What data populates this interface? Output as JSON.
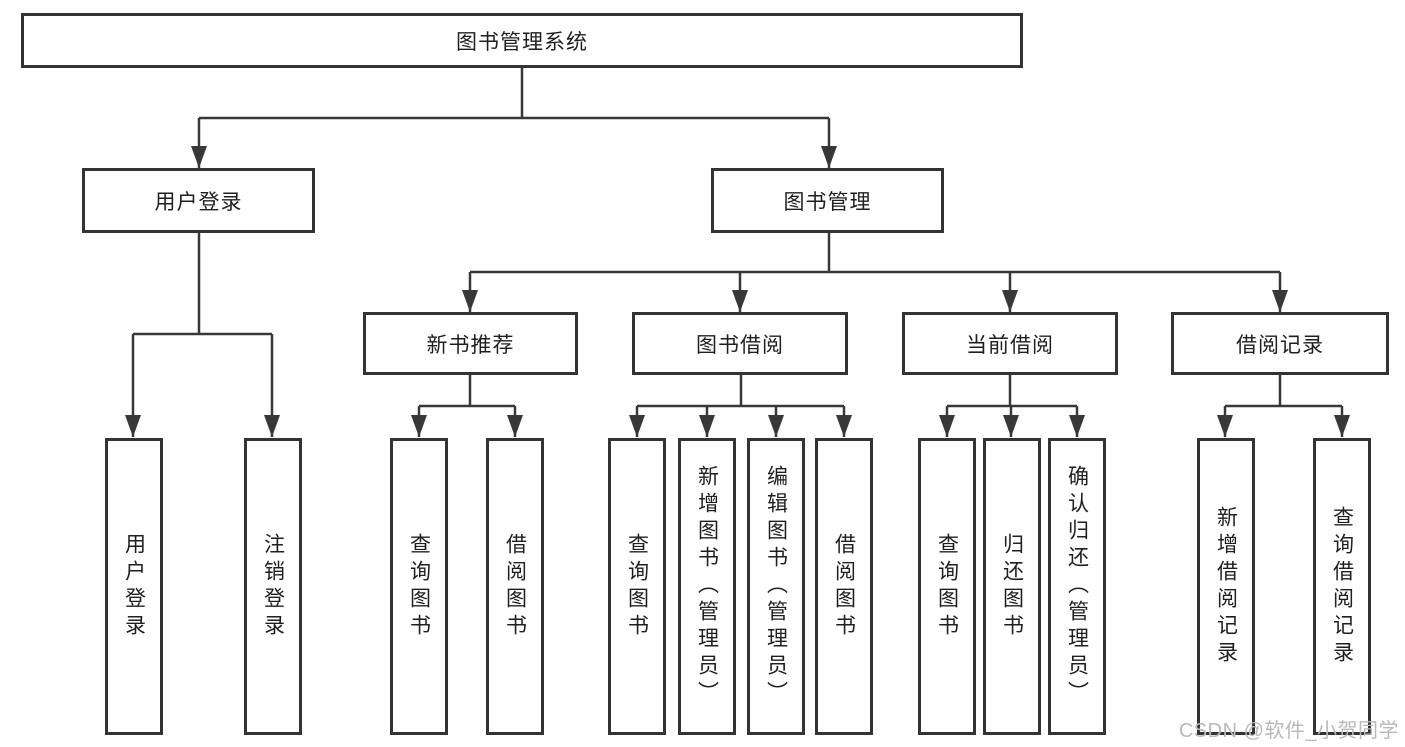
{
  "diagram": {
    "title_node": "图书管理系统",
    "level2": {
      "user_login": "用户登录",
      "book_mgmt": "图书管理"
    },
    "level3": {
      "new_books": "新书推荐",
      "book_borrow": "图书借阅",
      "current_borrow": "当前借阅",
      "borrow_records": "借阅记录"
    },
    "leaves": {
      "login": "用户登录",
      "logout": "注销登录",
      "nb_query": "查询图书",
      "nb_borrow": "借阅图书",
      "bb_query": "查询图书",
      "bb_add": "新增图书（管理员）",
      "bb_edit": "编辑图书（管理员）",
      "bb_borrow": "借阅图书",
      "cb_query": "查询图书",
      "cb_return": "归还图书",
      "cb_confirm": "确认归还（管理员）",
      "br_add": "新增借阅记录",
      "br_query": "查询借阅记录"
    }
  },
  "watermark": {
    "text": "CSDN @软件_小贺同学"
  },
  "colors": {
    "line": "#383838",
    "box_border": "#333333",
    "text": "#1f1f1f",
    "watermark": "#b9b9b9",
    "background": "#ffffff"
  }
}
